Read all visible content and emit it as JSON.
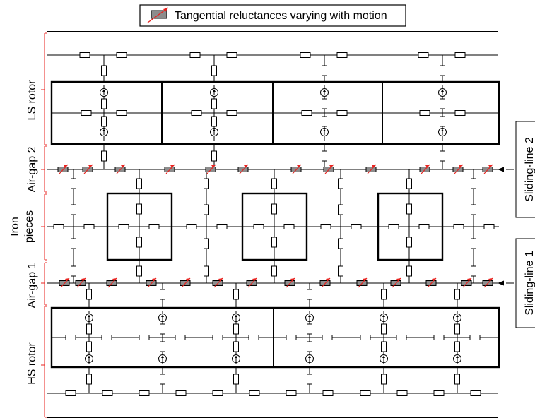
{
  "legend": {
    "label": "Tangential reluctances varying with motion"
  },
  "regions": {
    "ls_rotor": "LS rotor",
    "air_gap_2": "Air-gap 2",
    "iron_pieces_line1": "Iron",
    "iron_pieces_line2": "pieces",
    "air_gap_1": "Air-gap 1",
    "hs_rotor": "HS rotor"
  },
  "sliding_lines": {
    "upper": "Sliding-line 2",
    "lower": "Sliding-line 1"
  },
  "colors": {
    "line": "#000000",
    "variable_reluctance_fill": "#8c8c8c",
    "motion_arrow": "#e8231f",
    "region_bracket": "#e8231f"
  }
}
